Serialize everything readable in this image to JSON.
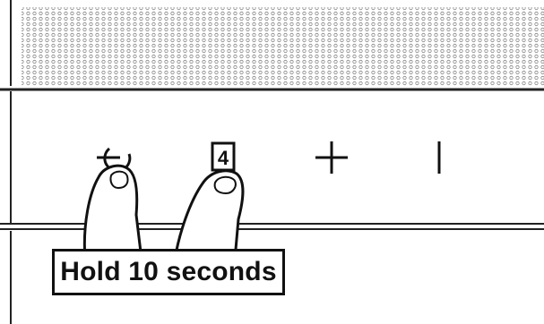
{
  "device": {
    "buttons": [
      {
        "name": "power",
        "icon": "power-icon"
      },
      {
        "name": "source",
        "label": "4",
        "icon": "numbered-button-icon"
      },
      {
        "name": "volume-up",
        "icon": "plus-icon"
      },
      {
        "name": "action",
        "icon": "vertical-line-icon"
      }
    ]
  },
  "instruction": {
    "text": "Hold 10 seconds"
  }
}
